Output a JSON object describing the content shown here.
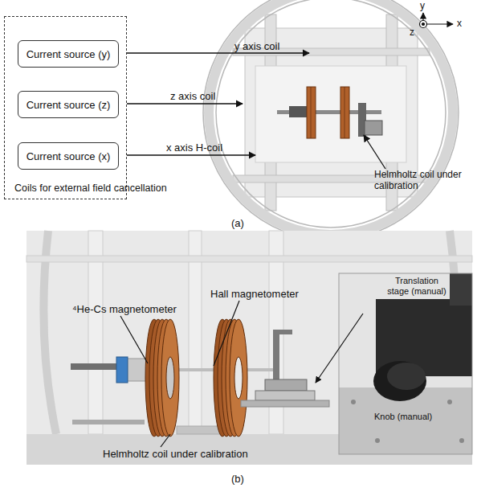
{
  "diagram": {
    "nodes": [
      {
        "text": [
          "Coils for external field cancellation"
        ]
      },
      {
        "text": [
          "Current source (y)"
        ],
        "in": 0
      },
      {
        "text": [
          "Current source (z)"
        ],
        "in": 0
      },
      {
        "text": [
          "Current source (x)"
        ],
        "in": 0
      }
    ],
    "labels": [
      "y axis coil",
      "z axis coil",
      "x axis H-coil",
      "Helmholtz coil under calibration",
      "y",
      "x",
      "z",
      "(a)",
      "Hall magnetometer",
      "⁴He-Cs magnetometer",
      "Helmholtz coil under calibration",
      "Translation stage (manual)",
      "Knob (manual)",
      "(b)"
    ]
  }
}
